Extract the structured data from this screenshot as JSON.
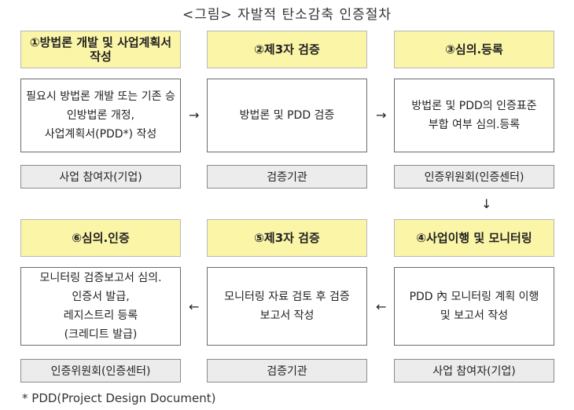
{
  "title": "<그림> 자발적 탄소감축 인증절차",
  "steps": [
    {
      "head": "①방법론 개발 및 사업계획서 작성",
      "body": "필요시 방법론 개발 또는 기존 승인방법론 개정,\n사업계획서(PDD*) 작성",
      "foot": "사업 참여자(기업)"
    },
    {
      "head": "②제3자 검증",
      "body": "방법론 및 PDD 검증",
      "foot": "검증기관"
    },
    {
      "head": "③심의.등록",
      "body": "방법론 및 PDD의 인증표준\n부합 여부 심의.등록",
      "foot": "인증위원회(인증센터)"
    },
    {
      "head": "④사업이행 및 모니터링",
      "body": "PDD 內 모니터링 계획 이행\n및 보고서 작성",
      "foot": "사업 참여자(기업)"
    },
    {
      "head": "⑤제3자 검증",
      "body": "모니터링 자료 검토 후 검증\n보고서 작성",
      "foot": "검증기관"
    },
    {
      "head": "⑥심의.인증",
      "body": "모니터링 검증보고서 심의.\n인증서 발급,\n레지스트리 등록\n(크레디트 발급)",
      "foot": "인증위원회(인증센터)"
    }
  ],
  "arrows": {
    "right": "→",
    "left": "←",
    "down": "↓"
  },
  "footnote": "* PDD(Project Design Document)"
}
